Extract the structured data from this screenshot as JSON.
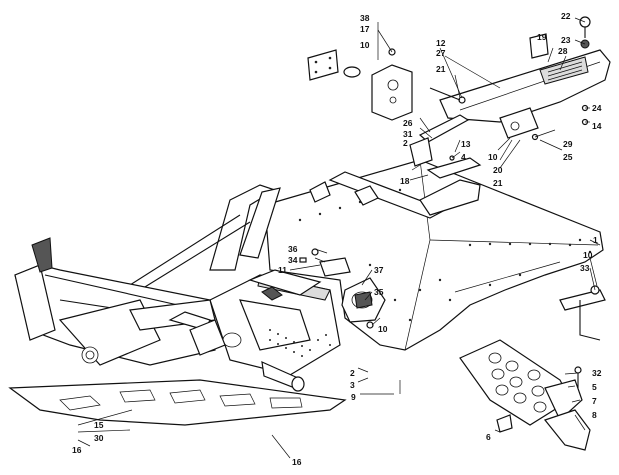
{
  "diagram": {
    "callouts": [
      {
        "id": "c-38",
        "label": "38"
      },
      {
        "id": "c-17",
        "label": "17"
      },
      {
        "id": "c-10a",
        "label": "10"
      },
      {
        "id": "c-19",
        "label": "19"
      },
      {
        "id": "c-22",
        "label": "22"
      },
      {
        "id": "c-23",
        "label": "23"
      },
      {
        "id": "c-12",
        "label": "12"
      },
      {
        "id": "c-27",
        "label": "27"
      },
      {
        "id": "c-28",
        "label": "28"
      },
      {
        "id": "c-21a",
        "label": "21"
      },
      {
        "id": "c-24",
        "label": "24"
      },
      {
        "id": "c-14",
        "label": "14"
      },
      {
        "id": "c-26",
        "label": "26"
      },
      {
        "id": "c-31",
        "label": "31"
      },
      {
        "id": "c-13",
        "label": "13"
      },
      {
        "id": "c-2a",
        "label": "2"
      },
      {
        "id": "c-4",
        "label": "4"
      },
      {
        "id": "c-18",
        "label": "18"
      },
      {
        "id": "c-29",
        "label": "29"
      },
      {
        "id": "c-25",
        "label": "25"
      },
      {
        "id": "c-10b",
        "label": "10"
      },
      {
        "id": "c-20",
        "label": "20"
      },
      {
        "id": "c-21b",
        "label": "21"
      },
      {
        "id": "c-1",
        "label": "1"
      },
      {
        "id": "c-10c",
        "label": "10"
      },
      {
        "id": "c-33",
        "label": "33"
      },
      {
        "id": "c-36",
        "label": "36"
      },
      {
        "id": "c-34",
        "label": "34"
      },
      {
        "id": "c-11",
        "label": "11"
      },
      {
        "id": "c-37",
        "label": "37"
      },
      {
        "id": "c-35",
        "label": "35"
      },
      {
        "id": "c-10d",
        "label": "10"
      },
      {
        "id": "c-2b",
        "label": "2"
      },
      {
        "id": "c-3",
        "label": "3"
      },
      {
        "id": "c-9",
        "label": "9"
      },
      {
        "id": "c-32",
        "label": "32"
      },
      {
        "id": "c-5",
        "label": "5"
      },
      {
        "id": "c-7",
        "label": "7"
      },
      {
        "id": "c-8",
        "label": "8"
      },
      {
        "id": "c-6",
        "label": "6"
      },
      {
        "id": "c-15",
        "label": "15"
      },
      {
        "id": "c-30",
        "label": "30"
      },
      {
        "id": "c-16a",
        "label": "16"
      },
      {
        "id": "c-16b",
        "label": "16"
      }
    ]
  }
}
